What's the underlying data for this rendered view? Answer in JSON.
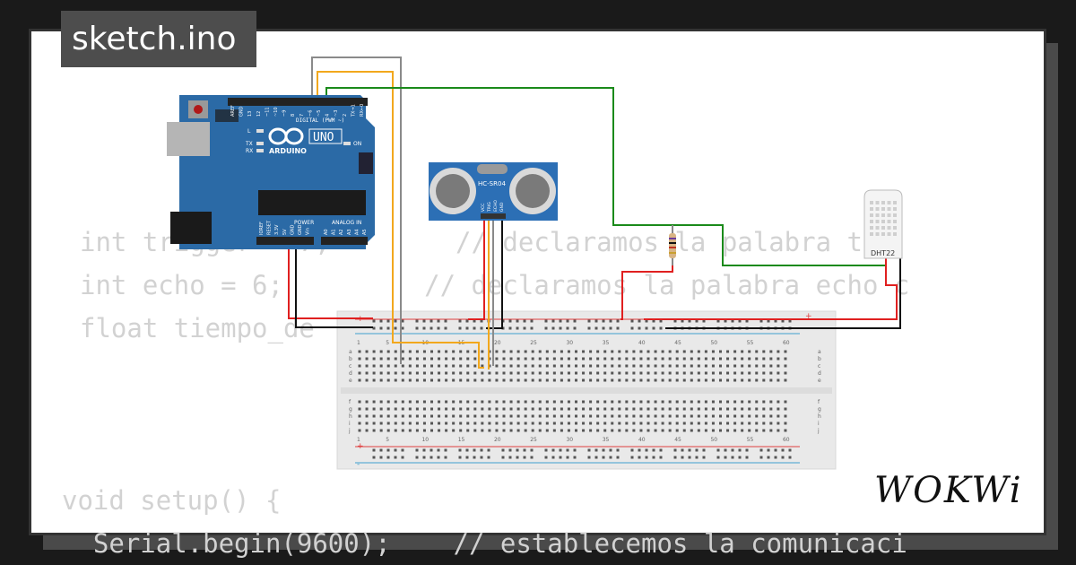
{
  "title_tab": {
    "label": "sketch.ino"
  },
  "code_lines": [
    "int trigger = 7;        // declaramos la palabra tri",
    "int echo = 6;         // declaramos la palabra echo c",
    "float tiempo_de                      una variab",
    "void setup() {",
    "  Serial.begin(9600);    // establecemos la comunicaci"
  ],
  "arduino": {
    "model": "UNO",
    "brand": "ARDUINO",
    "digital_header": "DIGITAL (PWM ~)",
    "power_header": "POWER",
    "analog_header": "ANALOG IN",
    "led_l": "L",
    "led_tx": "TX",
    "led_rx": "RX",
    "led_on": "ON",
    "top_pins": [
      "AREF",
      "GND",
      "13",
      "12",
      "~11",
      "~10",
      "~9",
      "8",
      "7",
      "~6",
      "~5",
      "4",
      "~3",
      "2",
      "TX→1",
      "RX←0"
    ],
    "power_pins": [
      "IOREF",
      "RESET",
      "3.3V",
      "5V",
      "GND",
      "GND",
      "Vin"
    ],
    "analog_pins": [
      "A0",
      "A1",
      "A2",
      "A3",
      "A4",
      "A5"
    ]
  },
  "sensor": {
    "label": "HC-SR04",
    "pins": [
      "VCC",
      "TRIG",
      "ECHO",
      "GND"
    ]
  },
  "dht": {
    "label": "DHT22"
  },
  "breadboard": {
    "col_numbers": [
      "1",
      "5",
      "10",
      "15",
      "20",
      "25",
      "30",
      "35",
      "40",
      "45",
      "50",
      "55",
      "60"
    ],
    "row_letters_top": [
      "a",
      "b",
      "c",
      "d",
      "e"
    ],
    "row_letters_bottom": [
      "f",
      "g",
      "h",
      "i",
      "j"
    ],
    "plus": "+",
    "minus": "-"
  },
  "logo": {
    "text": "WOKWi"
  },
  "colors": {
    "board": "#2b6aa6",
    "wire_red": "#e02020",
    "wire_black": "#111111",
    "wire_green": "#1a8a1a",
    "wire_orange": "#f2a81d",
    "wire_gray": "#8a8a8a",
    "sensor_blue": "#2c6fb5"
  }
}
